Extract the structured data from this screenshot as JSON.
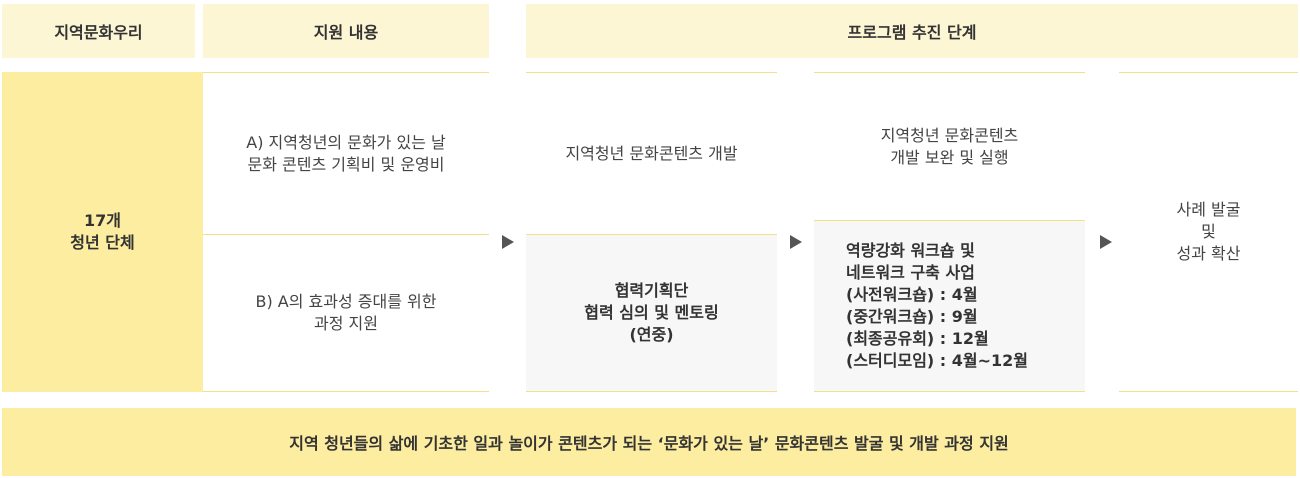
{
  "header": {
    "col1": "지역문화우리",
    "col2": "지원 내용",
    "col3": "프로그램 추진 단계"
  },
  "left_group": "17개\n청년 단체",
  "support": {
    "a": "A) 지역청년의 문화가 있는 날\n문화 콘텐츠 기획비 및 운영비",
    "b": "B) A의 효과성 증대를 위한\n과정 지원"
  },
  "stages": {
    "stage1_top": "지역청년 문화콘텐츠 개발",
    "stage1_bottom": "협력기획단\n협력 심의 및 멘토링\n(연중)",
    "stage2_top": "지역청년 문화콘텐츠\n개발 보완 및 실행",
    "stage2_bottom": "역량강화 워크숍 및\n네트워크 구축 사업\n(사전워크숍) : 4월\n(중간워크숍) : 9월\n(최종공유회) : 12월\n(스터디모임) : 4월~12월",
    "stage3": "사례 발굴\n및\n성과 확산"
  },
  "footer": "지역 청년들의 삶에 기초한 일과 놀이가 콘텐츠가 되는 ‘문화가 있는 날’ 문화콘텐츠 발굴 및 개발 과정 지원",
  "colors": {
    "header_bg": "#fdf6d4",
    "highlight_bg": "#fdeda0",
    "panel_bg": "#f7f7f7",
    "arrow": "#555555"
  },
  "icons": [
    "arrow-right-icon"
  ]
}
